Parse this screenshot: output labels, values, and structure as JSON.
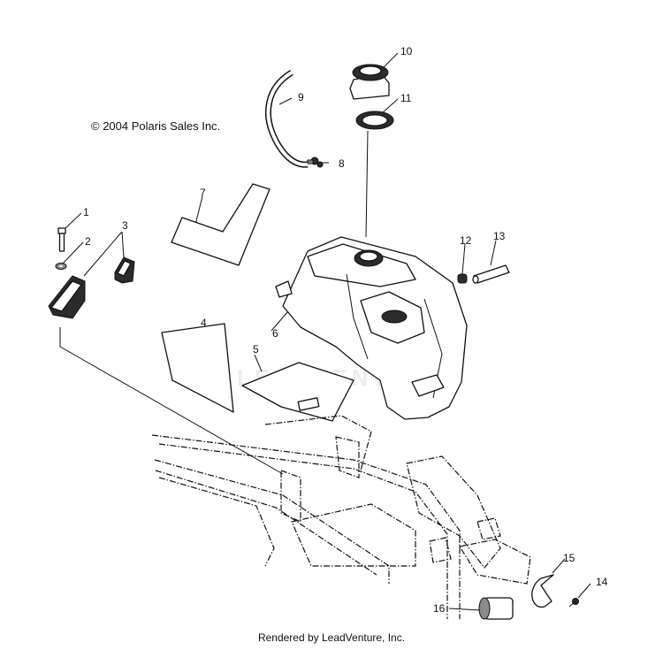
{
  "copyright": "© 2004 Polaris Sales Inc.",
  "footer": "Rendered by LeadVenture, Inc.",
  "watermark": "LEADVENTURE",
  "callouts": [
    "1",
    "2",
    "3",
    "4",
    "5",
    "6",
    "7",
    "8",
    "9",
    "10",
    "11",
    "12",
    "13",
    "14",
    "15",
    "16"
  ]
}
